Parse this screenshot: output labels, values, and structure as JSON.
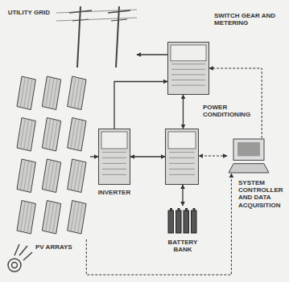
{
  "diagram": {
    "nodes": [
      {
        "text": [
          "UTILITY GRID"
        ]
      },
      {
        "text": [
          "SWITCH GEAR AND METERING"
        ]
      },
      {
        "text": [
          "INVERTER"
        ]
      },
      {
        "text": [
          "POWER CONDITIONING"
        ]
      },
      {
        "text": [
          "BATTERY BANK"
        ]
      },
      {
        "text": [
          "PV ARRAYS"
        ]
      },
      {
        "text": [
          "SYSTEM CONTROLLER AND DATA ACQUISITION"
        ]
      }
    ],
    "edges": [
      {
        "from": 5,
        "to": 2,
        "arrow": "to"
      },
      {
        "from": 2,
        "to": 3,
        "arrow": "both"
      },
      {
        "from": 2,
        "to": 1,
        "arrow": "to"
      },
      {
        "from": 3,
        "to": 1,
        "arrow": "both"
      },
      {
        "from": 4,
        "to": 3,
        "arrow": "both"
      },
      {
        "from": 1,
        "to": 0,
        "arrow": "to"
      },
      {
        "from": 6,
        "to": 1,
        "arrow": "to"
      },
      {
        "from": 6,
        "to": 3,
        "arrow": "both"
      },
      {
        "from": 5,
        "to": 6,
        "arrow": "to"
      }
    ]
  }
}
